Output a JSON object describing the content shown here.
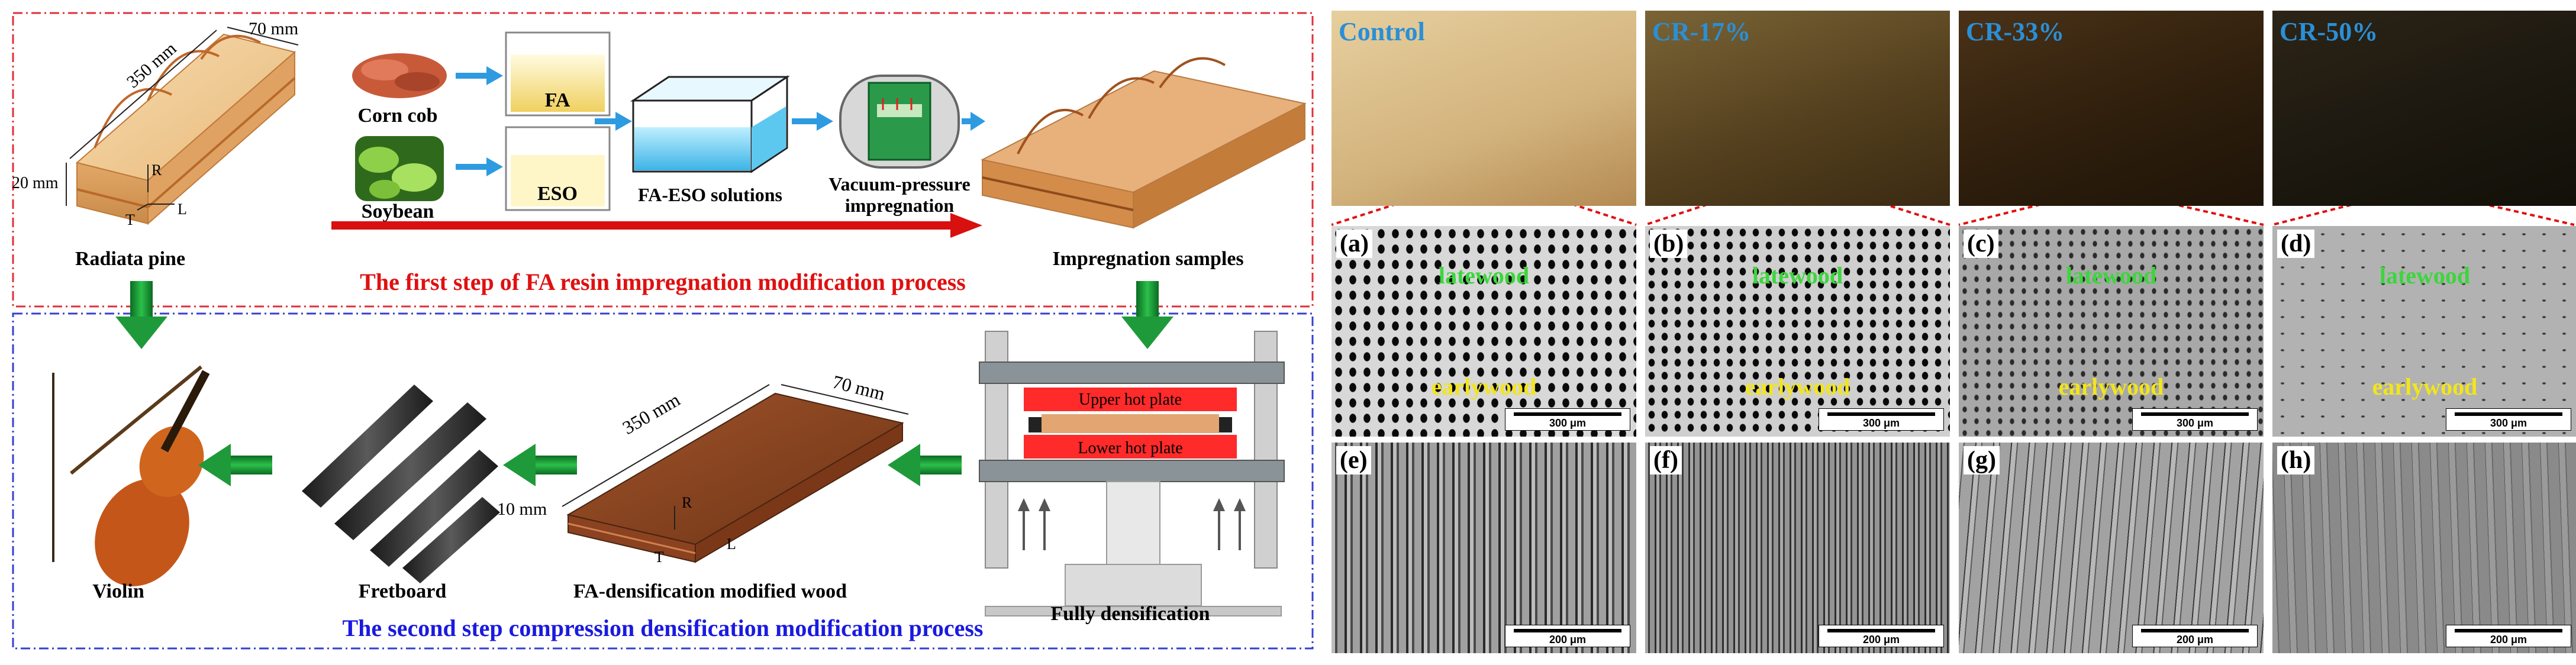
{
  "step1": {
    "title": "The first step of FA resin impregnation modification process",
    "pine_label": "Radiata pine",
    "dim_length": "350 mm",
    "dim_width": "70 mm",
    "dim_height": "20 mm",
    "axis_r": "R",
    "axis_l": "L",
    "axis_t": "T",
    "corn_cob": "Corn cob",
    "soybean": "Soybean",
    "fa": "FA",
    "eso": "ESO",
    "solutions": "FA-ESO solutions",
    "vacuum_line1": "Vacuum-pressure",
    "vacuum_line2": "impregnation",
    "impregnation_samples": "Impregnation samples"
  },
  "step2": {
    "title": "The second step compression densification modification process",
    "violin": "Violin",
    "fretboard": "Fretboard",
    "modified_wood": "FA-densification modified wood",
    "fully_densification": "Fully densification",
    "upper_plate": "Upper hot plate",
    "lower_plate": "Lower hot plate",
    "dim_length": "350 mm",
    "dim_width": "70 mm",
    "dim_height": "10 mm",
    "axis_r": "R",
    "axis_l": "L",
    "axis_t": "T"
  },
  "samples": [
    {
      "name": "Control",
      "panel_mid": "(a)",
      "panel_bot": "(e)"
    },
    {
      "name": "CR-17%",
      "panel_mid": "(b)",
      "panel_bot": "(f)"
    },
    {
      "name": "CR-33%",
      "panel_mid": "(c)",
      "panel_bot": "(g)"
    },
    {
      "name": "CR-50%",
      "panel_mid": "(d)",
      "panel_bot": "(h)"
    }
  ],
  "latewood": "latewood",
  "earlywood": "earlywood",
  "scale_mid": "300 μm",
  "scale_bot": "200 μm",
  "colors": {
    "step1_border": "#e0303a",
    "step2_border": "#3540d0",
    "step1_title": "#e01010",
    "step2_title": "#1a1ae0",
    "flow_arrow": "#2e9be0",
    "process_arrow": "#1f9a3a",
    "main_arrow": "#d81010",
    "latewood_text": "#3cd63c",
    "earlywood_text": "#f2e51c",
    "sample_name": "#2a8fd6"
  }
}
